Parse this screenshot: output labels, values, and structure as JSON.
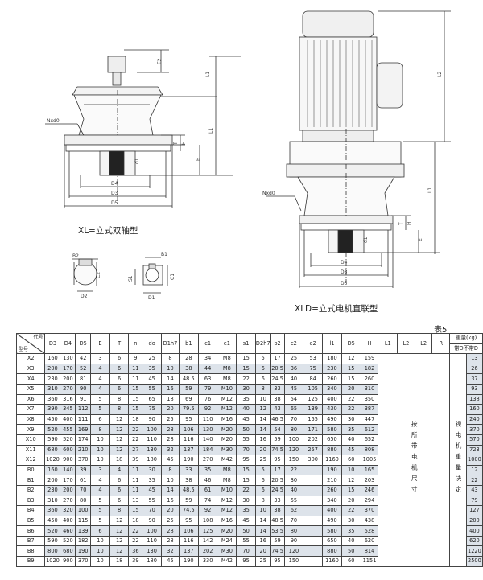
{
  "captions": {
    "left": "XL=立式双轴型",
    "right": "XLD=立式电机直联型",
    "table_label": "表5"
  },
  "drawing_labels": {
    "left_top": {
      "E2": "E2",
      "L1_upper": "L1",
      "Nxd0": "Nxd0",
      "L1_lower": "L1",
      "T": "T",
      "H": "H",
      "E": "E",
      "d1": "d1",
      "D4": "D4",
      "D3": "D3",
      "D5": "D5"
    },
    "right_top": {
      "L2": "L2",
      "L1": "L1",
      "Nxd0": "Nxd0",
      "T": "T",
      "H": "H",
      "E": "E",
      "d1": "d1",
      "D4": "D4",
      "D3": "D3",
      "D5": "D5"
    },
    "keys": {
      "B2": "B2",
      "C2": "C2",
      "D2": "D2",
      "B1": "B1",
      "S1": "S1",
      "C1": "C1",
      "D1": "D1"
    }
  },
  "table": {
    "corner_top": "代号",
    "corner_bottom": "型号",
    "headers": [
      "D3",
      "D4",
      "D5",
      "E",
      "T",
      "n",
      "do",
      "D1h7",
      "b1",
      "c1",
      "e1",
      "s1",
      "D2h7",
      "b2",
      "c2",
      "e2",
      "l1",
      "D5",
      "H",
      "L1",
      "L2",
      "L2",
      "R"
    ],
    "weight_header": "重量(kg)",
    "weight_sub": "带D不带D",
    "merged_note": "按所带电机尺寸",
    "merged_note2": "视电机重量决定",
    "rows": [
      {
        "model": "X2",
        "cells": [
          "160",
          "130",
          "42",
          "3",
          "6",
          "9",
          "25",
          "8",
          "28",
          "34",
          "M8",
          "15",
          "5",
          "17",
          "25",
          "53",
          "180",
          "12",
          "159"
        ],
        "weight": "13"
      },
      {
        "model": "X3",
        "cells": [
          "200",
          "170",
          "52",
          "4",
          "6",
          "11",
          "35",
          "10",
          "38",
          "44",
          "M8",
          "15",
          "6",
          "20.5",
          "36",
          "75",
          "230",
          "15",
          "182"
        ],
        "weight": "26"
      },
      {
        "model": "X4",
        "cells": [
          "230",
          "200",
          "81",
          "4",
          "6",
          "11",
          "45",
          "14",
          "48.5",
          "63",
          "M8",
          "22",
          "6",
          "24.5",
          "40",
          "84",
          "260",
          "15",
          "260"
        ],
        "weight": "37"
      },
      {
        "model": "X5",
        "cells": [
          "310",
          "270",
          "90",
          "4",
          "6",
          "15",
          "55",
          "16",
          "59",
          "79",
          "M10",
          "30",
          "8",
          "33",
          "45",
          "105",
          "340",
          "20",
          "310"
        ],
        "weight": "93"
      },
      {
        "model": "X6",
        "cells": [
          "360",
          "316",
          "91",
          "5",
          "8",
          "15",
          "65",
          "18",
          "69",
          "76",
          "M12",
          "35",
          "10",
          "38",
          "54",
          "125",
          "400",
          "22",
          "350"
        ],
        "weight": "138"
      },
      {
        "model": "X7",
        "cells": [
          "390",
          "345",
          "112",
          "5",
          "8",
          "15",
          "75",
          "20",
          "79.5",
          "92",
          "M12",
          "40",
          "12",
          "43",
          "65",
          "139",
          "430",
          "22",
          "387"
        ],
        "weight": "160"
      },
      {
        "model": "X8",
        "cells": [
          "450",
          "400",
          "111",
          "6",
          "12",
          "18",
          "90",
          "25",
          "95",
          "110",
          "M16",
          "45",
          "14",
          "46.5",
          "70",
          "155",
          "490",
          "30",
          "447"
        ],
        "weight": "240"
      },
      {
        "model": "X9",
        "cells": [
          "520",
          "455",
          "169",
          "8",
          "12",
          "22",
          "100",
          "28",
          "106",
          "130",
          "M20",
          "50",
          "14",
          "54",
          "80",
          "171",
          "580",
          "35",
          "612"
        ],
        "weight": "370"
      },
      {
        "model": "X10",
        "cells": [
          "590",
          "520",
          "174",
          "10",
          "12",
          "22",
          "110",
          "28",
          "116",
          "140",
          "M20",
          "55",
          "16",
          "59",
          "100",
          "202",
          "650",
          "40",
          "652"
        ],
        "weight": "570"
      },
      {
        "model": "X11",
        "cells": [
          "680",
          "600",
          "210",
          "10",
          "12",
          "27",
          "130",
          "32",
          "137",
          "184",
          "M30",
          "70",
          "20",
          "74.5",
          "120",
          "257",
          "880",
          "45",
          "808"
        ],
        "weight": "723"
      },
      {
        "model": "X12",
        "cells": [
          "1020",
          "900",
          "370",
          "10",
          "18",
          "39",
          "180",
          "45",
          "190",
          "270",
          "M42",
          "95",
          "25",
          "95",
          "150",
          "300",
          "1160",
          "60",
          "1005"
        ],
        "weight": "1000"
      },
      {
        "model": "B0",
        "cells": [
          "160",
          "140",
          "39",
          "3",
          "4",
          "11",
          "30",
          "8",
          "33",
          "35",
          "M8",
          "15",
          "5",
          "17",
          "22",
          "",
          "190",
          "10",
          "165"
        ],
        "weight": "12"
      },
      {
        "model": "B1",
        "cells": [
          "200",
          "170",
          "61",
          "4",
          "6",
          "11",
          "35",
          "10",
          "38",
          "46",
          "M8",
          "15",
          "6",
          "20.5",
          "30",
          "",
          "210",
          "12",
          "203"
        ],
        "weight": "22"
      },
      {
        "model": "B2",
        "cells": [
          "230",
          "200",
          "70",
          "4",
          "6",
          "11",
          "45",
          "14",
          "48.5",
          "61",
          "M10",
          "22",
          "6",
          "24.5",
          "40",
          "",
          "260",
          "15",
          "246"
        ],
        "weight": "43"
      },
      {
        "model": "B3",
        "cells": [
          "310",
          "270",
          "80",
          "5",
          "6",
          "13",
          "55",
          "16",
          "59",
          "74",
          "M12",
          "30",
          "8",
          "33",
          "55",
          "",
          "340",
          "20",
          "294"
        ],
        "weight": "79"
      },
      {
        "model": "B4",
        "cells": [
          "360",
          "320",
          "100",
          "5",
          "8",
          "15",
          "70",
          "20",
          "74.5",
          "92",
          "M12",
          "35",
          "10",
          "38",
          "62",
          "",
          "400",
          "22",
          "370"
        ],
        "weight": "127"
      },
      {
        "model": "B5",
        "cells": [
          "450",
          "400",
          "115",
          "5",
          "12",
          "18",
          "90",
          "25",
          "95",
          "108",
          "M16",
          "45",
          "14",
          "48.5",
          "70",
          "",
          "490",
          "30",
          "438"
        ],
        "weight": "200"
      },
      {
        "model": "B6",
        "cells": [
          "520",
          "460",
          "139",
          "6",
          "12",
          "22",
          "100",
          "28",
          "106",
          "125",
          "M20",
          "50",
          "14",
          "53.5",
          "80",
          "",
          "580",
          "35",
          "528"
        ],
        "weight": "400"
      },
      {
        "model": "B7",
        "cells": [
          "590",
          "520",
          "182",
          "10",
          "12",
          "22",
          "110",
          "28",
          "116",
          "142",
          "M24",
          "55",
          "16",
          "59",
          "90",
          "",
          "650",
          "40",
          "620"
        ],
        "weight": "620"
      },
      {
        "model": "B8",
        "cells": [
          "800",
          "680",
          "190",
          "10",
          "12",
          "36",
          "130",
          "32",
          "137",
          "202",
          "M30",
          "70",
          "20",
          "74.5",
          "120",
          "",
          "880",
          "50",
          "814"
        ],
        "weight": "1220"
      },
      {
        "model": "B9",
        "cells": [
          "1020",
          "900",
          "370",
          "10",
          "18",
          "39",
          "180",
          "45",
          "190",
          "330",
          "M42",
          "95",
          "25",
          "95",
          "150",
          "",
          "1160",
          "60",
          "1151"
        ],
        "weight": "2500"
      }
    ]
  }
}
